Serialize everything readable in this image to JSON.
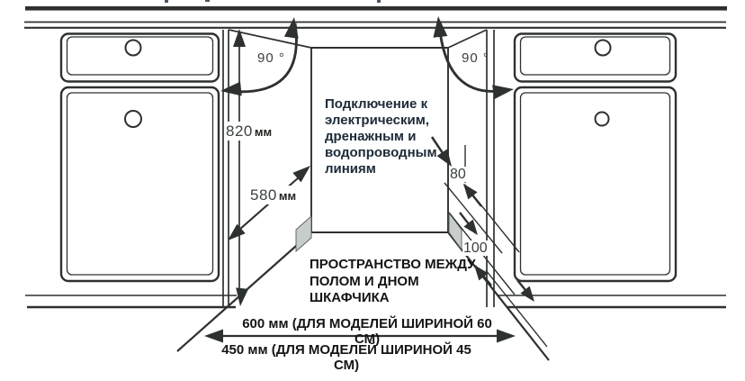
{
  "diagram": {
    "type": "dishwasher-built-in-installation-niche",
    "angles": {
      "left": "90 °",
      "right": "90 °"
    },
    "dimensions": {
      "niche_height": {
        "value": "820",
        "unit": "мм"
      },
      "niche_depth": {
        "value": "580",
        "unit": "мм"
      },
      "connection_offset": {
        "value": "80"
      },
      "floor_gap": {
        "value": "100"
      },
      "width_60": "600 мм (ДЛЯ МОДЕЛЕЙ ШИРИНОЙ 60 СМ)",
      "width_45": "450 мм (ДЛЯ МОДЕЛЕЙ ШИРИНОЙ 45 СМ)"
    },
    "notes": {
      "connection": "Подключение к\nэлектрическим,\nдренажным и\nводопроводным\nлиниям",
      "floor_space": "ПРОСТРАНСТВО МЕЖДУ\nПОЛОМ И ДНОМ\nШКАФЧИКА"
    },
    "colors": {
      "line": "#2d312f",
      "gray_block": "#c9cdca",
      "note_text": "#1d2a38",
      "dim_text": "#3b403f",
      "background": "#ffffff"
    }
  }
}
